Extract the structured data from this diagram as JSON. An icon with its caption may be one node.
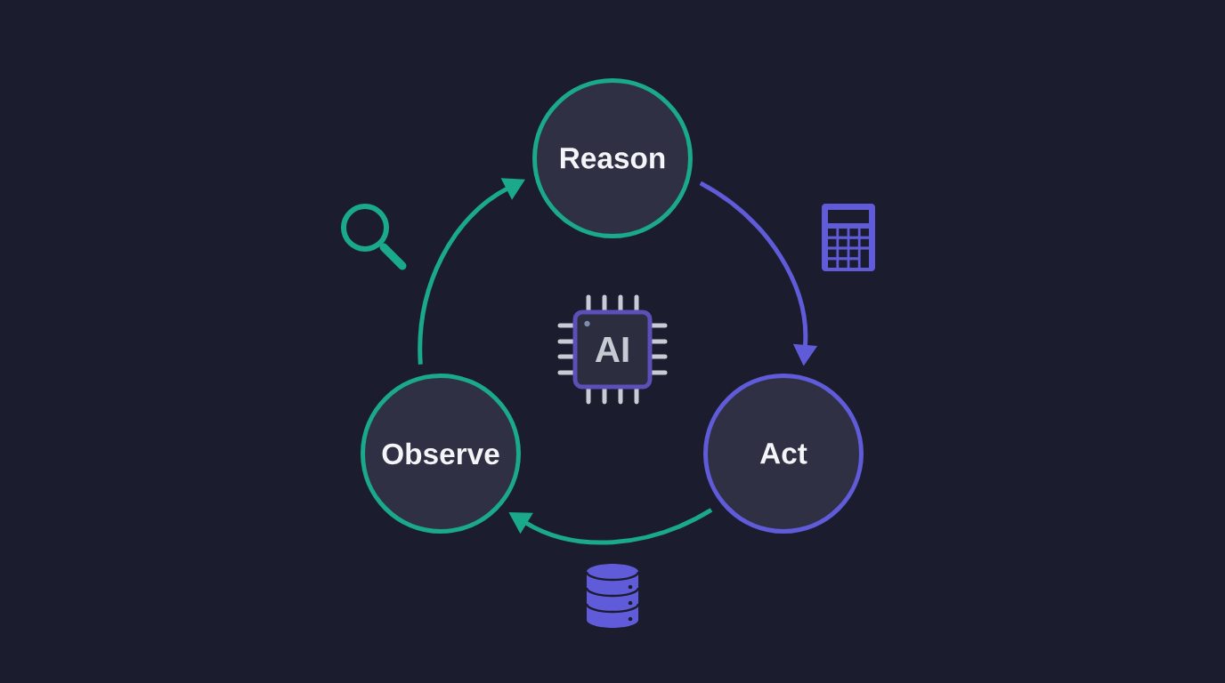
{
  "diagram": {
    "nodes": [
      {
        "text": [
          "Reason"
        ]
      },
      {
        "text": [
          "AI"
        ]
      },
      {
        "text": [
          "Observe"
        ]
      },
      {
        "text": [
          "Act"
        ]
      }
    ],
    "edges": [
      {
        "from": 2,
        "to": 0,
        "arrow": "to"
      },
      {
        "from": 0,
        "to": 3,
        "arrow": "to",
        "color": "#5f5bd9"
      },
      {
        "from": 3,
        "to": 2,
        "arrow": "to"
      }
    ]
  }
}
